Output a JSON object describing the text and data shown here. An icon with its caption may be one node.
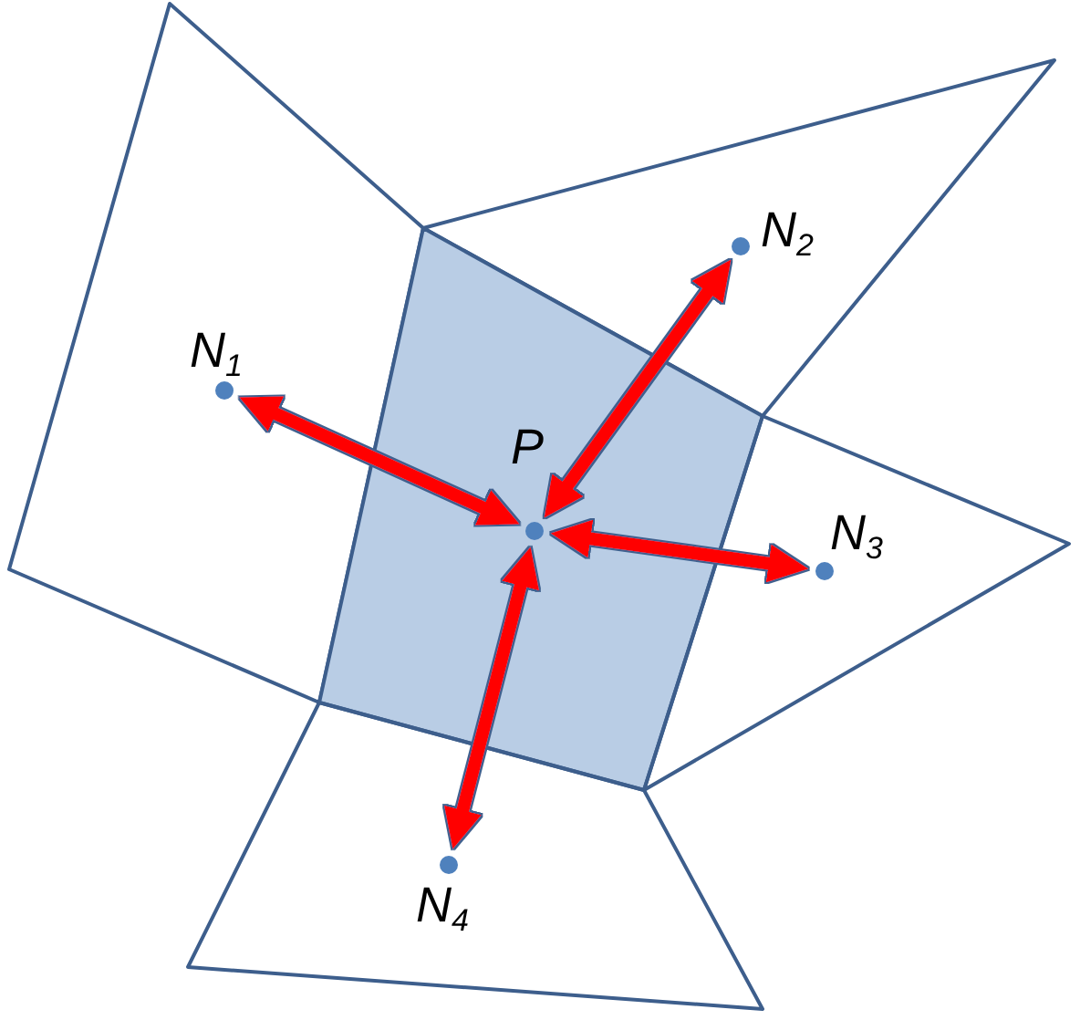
{
  "diagram": {
    "nodes": [
      {
        "text": [
          "N$_{1}$"
        ]
      },
      {
        "text": [],
        "shape": "circle",
        "in": 0
      },
      {
        "text": [
          "N$_{2}$"
        ]
      },
      {
        "text": [],
        "shape": "circle",
        "in": 2
      },
      {
        "text": [
          "P"
        ]
      },
      {
        "text": [],
        "shape": "circle",
        "in": 4
      },
      {
        "text": [
          "N$_{3}$"
        ]
      },
      {
        "text": [],
        "shape": "circle",
        "in": 6
      },
      {
        "text": [
          "N$_{4}$"
        ]
      },
      {
        "text": [],
        "shape": "circle",
        "in": 8
      }
    ],
    "edges": [
      {
        "from": 5,
        "to": 1,
        "arrow": "both"
      },
      {
        "from": 5,
        "to": 3,
        "arrow": "both"
      },
      {
        "from": 5,
        "to": 7,
        "arrow": "both"
      },
      {
        "from": 5,
        "to": 9,
        "arrow": "both"
      }
    ]
  }
}
